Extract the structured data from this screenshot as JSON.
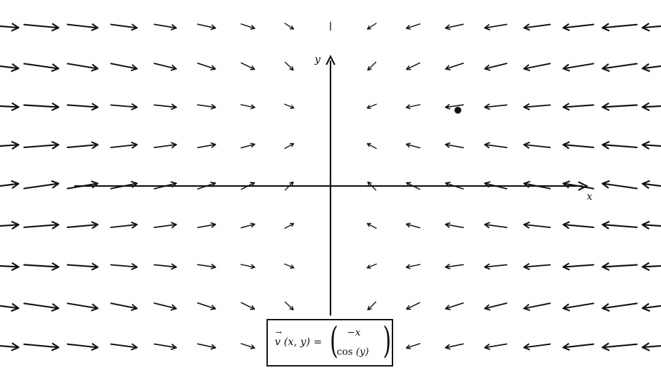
{
  "axes": {
    "x_label": "x",
    "y_label": "y"
  },
  "field": {
    "formula": {
      "vector": "v",
      "args": "(x, y) =",
      "top": "−x",
      "bottom_fn": "cos",
      "bottom_arg": "(y)"
    }
  },
  "grid": {
    "x_min": -8,
    "x_max": 8,
    "y_min": -4,
    "y_max": 4,
    "dx": 1,
    "dy": 1
  },
  "point": {
    "x": 3,
    "y": 2
  }
}
